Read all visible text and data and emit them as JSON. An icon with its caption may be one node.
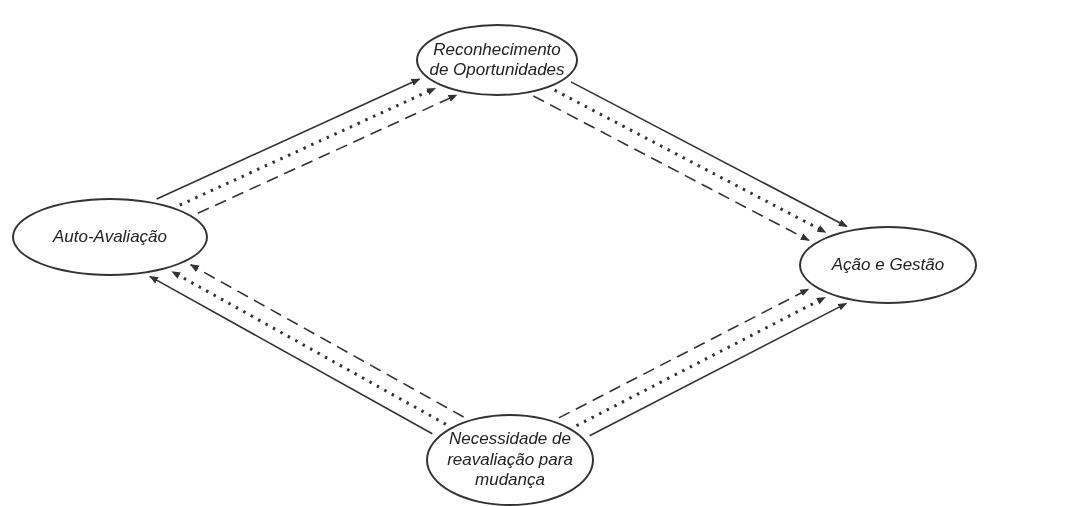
{
  "diagram": {
    "nodes": [
      {
        "text": [
          "Reconhecimento de Oportunidades"
        ]
      },
      {
        "text": [
          "Auto-Avaliação"
        ]
      },
      {
        "text": [
          "Ação e Gestão"
        ]
      },
      {
        "text": [
          "Necessidade de reavaliação para mudança"
        ]
      }
    ],
    "edges": [
      {
        "from": 1,
        "to": 0,
        "arrow": "to"
      },
      {
        "from": 1,
        "to": 0,
        "arrow": "to",
        "style": "dashed"
      },
      {
        "from": 1,
        "to": 0,
        "arrow": "to",
        "style": "dashed"
      },
      {
        "from": 0,
        "to": 2,
        "arrow": "to"
      },
      {
        "from": 0,
        "to": 2,
        "arrow": "to",
        "style": "dashed"
      },
      {
        "from": 0,
        "to": 2,
        "arrow": "to",
        "style": "dashed"
      },
      {
        "from": 3,
        "to": 2,
        "arrow": "to",
        "style": "dashed"
      },
      {
        "from": 3,
        "to": 2,
        "arrow": "to",
        "style": "dashed"
      },
      {
        "from": 3,
        "to": 2,
        "arrow": "to"
      },
      {
        "from": 3,
        "to": 1,
        "arrow": "to"
      },
      {
        "from": 3,
        "to": 1,
        "arrow": "to",
        "style": "dashed"
      },
      {
        "from": 3,
        "to": 1,
        "arrow": "to",
        "style": "dashed"
      }
    ]
  }
}
